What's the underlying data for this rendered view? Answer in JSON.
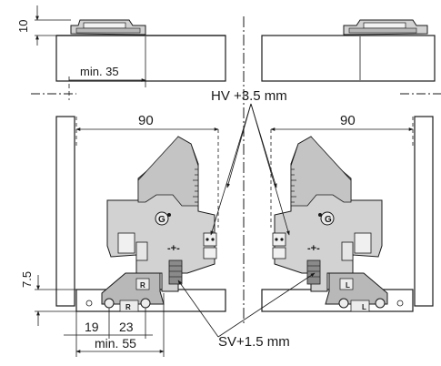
{
  "dimensions": {
    "top_offset": "10",
    "min_35": "min. 35",
    "width_left": "90",
    "width_right": "90",
    "hv_label": "HV +3.5 mm",
    "v_offset": "7.5",
    "dim_19": "19",
    "dim_23": "23",
    "min_55": "min. 55",
    "sv_label": "SV+1.5 mm"
  },
  "markers": {
    "left_side": "R",
    "right_side": "L"
  },
  "colors": {
    "line": "#1a1a1a",
    "hinge_fill": "#d2d2d2",
    "hinge_dark": "#8a8a8a",
    "panel_fill": "#ffffff"
  }
}
